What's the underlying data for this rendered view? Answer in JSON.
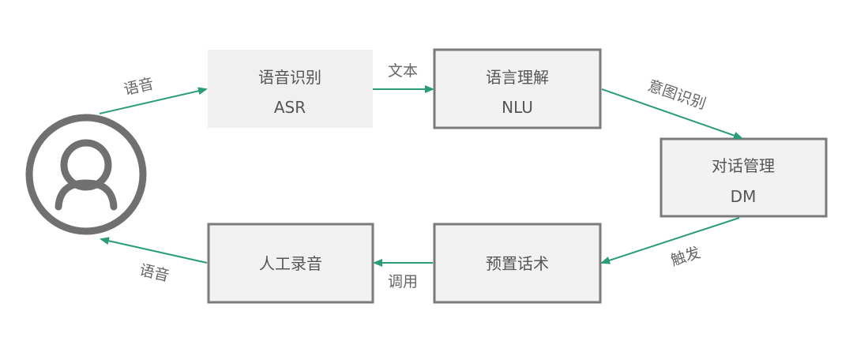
{
  "colors": {
    "arrow": "#2a9d77",
    "box_border": "#7a7a7a",
    "box_fill": "#f2f2f2",
    "asr_fill": "#f0f0f0",
    "user_icon": "#707070",
    "text": "#555555"
  },
  "user": {
    "icon": "user-icon"
  },
  "nodes": {
    "asr": {
      "title": "语音识别",
      "subtitle": "ASR"
    },
    "nlu": {
      "title": "语言理解",
      "subtitle": "NLU"
    },
    "dm": {
      "title": "对话管理",
      "subtitle": "DM"
    },
    "preset": {
      "title": "预置话术"
    },
    "recording": {
      "title": "人工录音"
    }
  },
  "edges": {
    "user_to_asr": "语音",
    "asr_to_nlu": "文本",
    "nlu_to_dm": "意图识别",
    "dm_to_preset": "触发",
    "preset_to_recording": "调用",
    "recording_to_user": "语音"
  }
}
